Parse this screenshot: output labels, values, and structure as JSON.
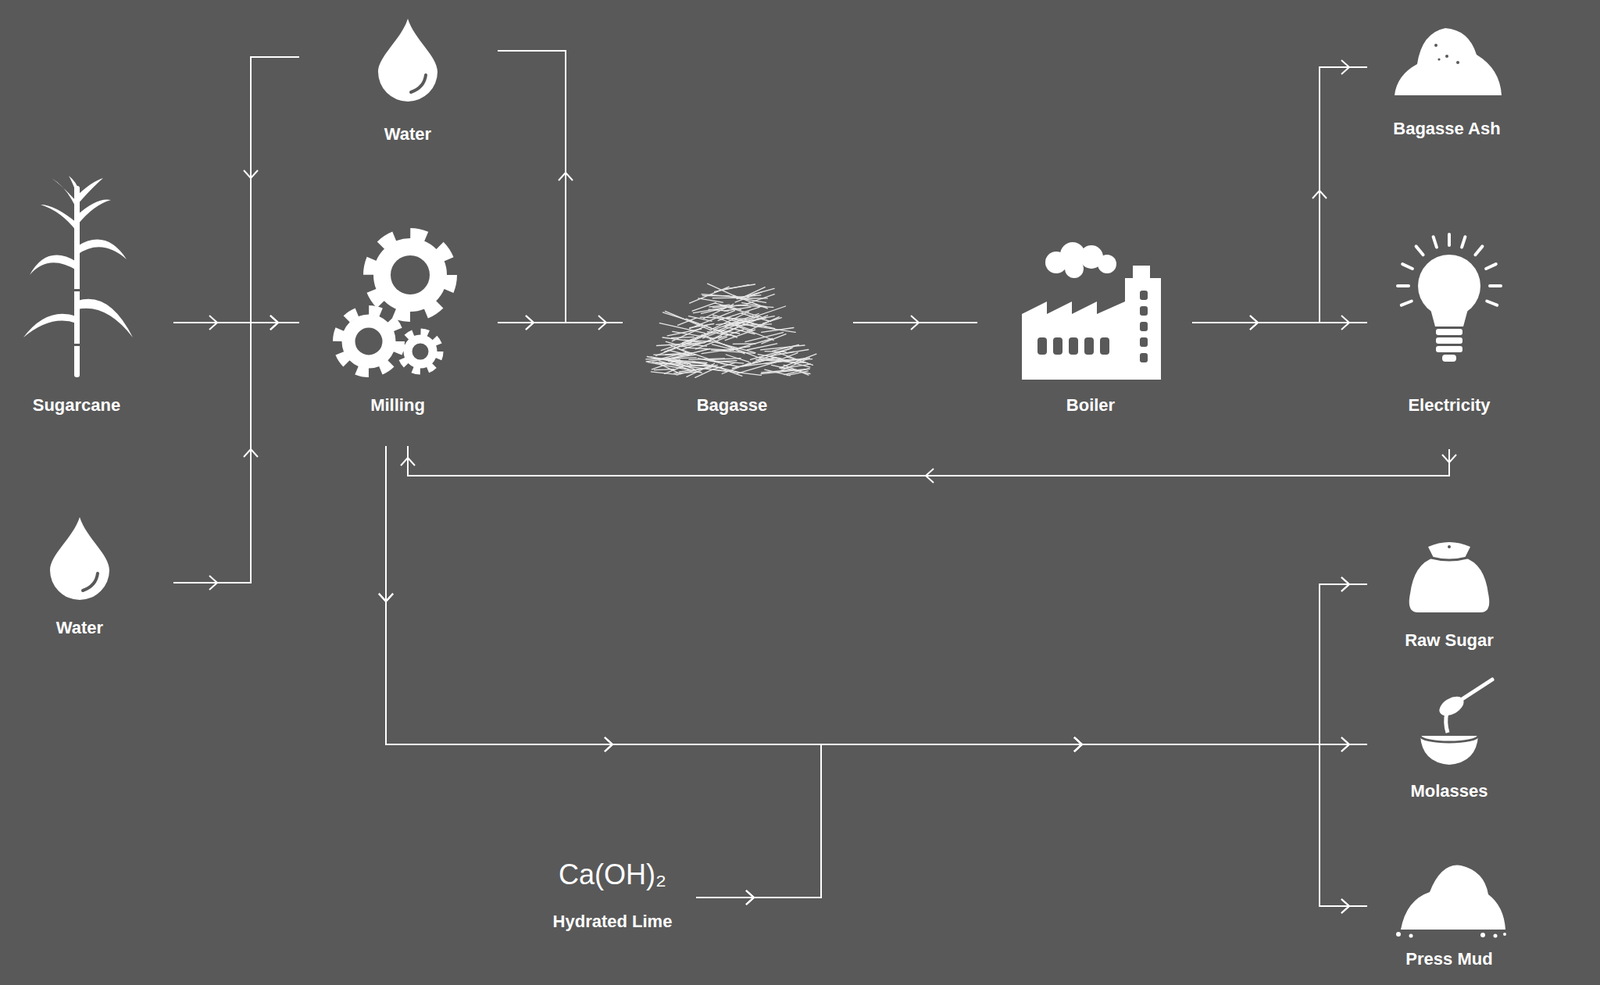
{
  "diagram": {
    "nodes": [
      {
        "text": [
          "Water"
        ]
      },
      {
        "text": [
          "Sugarcane"
        ]
      },
      {
        "text": [
          "Milling"
        ]
      },
      {
        "text": [
          "Bagasse"
        ]
      },
      {
        "text": [
          "Boiler"
        ]
      },
      {
        "text": [
          "Bagasse Ash"
        ]
      },
      {
        "text": [
          "Electricity"
        ]
      },
      {
        "text": [
          "Water"
        ]
      },
      {
        "text": [
          "Raw Sugar"
        ]
      },
      {
        "text": [
          "Molasses"
        ]
      },
      {
        "text": [
          "Ca(OH)₂",
          "Hydrated Lime"
        ]
      },
      {
        "text": [
          "Press Mud"
        ]
      }
    ],
    "edges": [
      {
        "from": 0,
        "to": 2,
        "arrow": "to"
      },
      {
        "from": 1,
        "to": 2,
        "arrow": "to"
      },
      {
        "from": 7,
        "to": 2,
        "arrow": "to"
      },
      {
        "from": 2,
        "to": 3,
        "arrow": "to"
      },
      {
        "from": 2,
        "to": 0,
        "arrow": "to"
      },
      {
        "from": 3,
        "to": 4,
        "arrow": "to"
      },
      {
        "from": 4,
        "to": 6,
        "arrow": "to"
      },
      {
        "from": 4,
        "to": 5,
        "arrow": "to"
      },
      {
        "from": 6,
        "to": 2,
        "arrow": "to"
      },
      {
        "from": 2,
        "to": 8,
        "arrow": "to"
      },
      {
        "from": 2,
        "to": 9,
        "arrow": "to"
      },
      {
        "from": 2,
        "to": 11,
        "arrow": "to"
      },
      {
        "from": 10,
        "to": 8,
        "arrow": "to"
      },
      {
        "from": 10,
        "to": 9,
        "arrow": "to"
      },
      {
        "from": 10,
        "to": 11,
        "arrow": "to"
      }
    ]
  }
}
